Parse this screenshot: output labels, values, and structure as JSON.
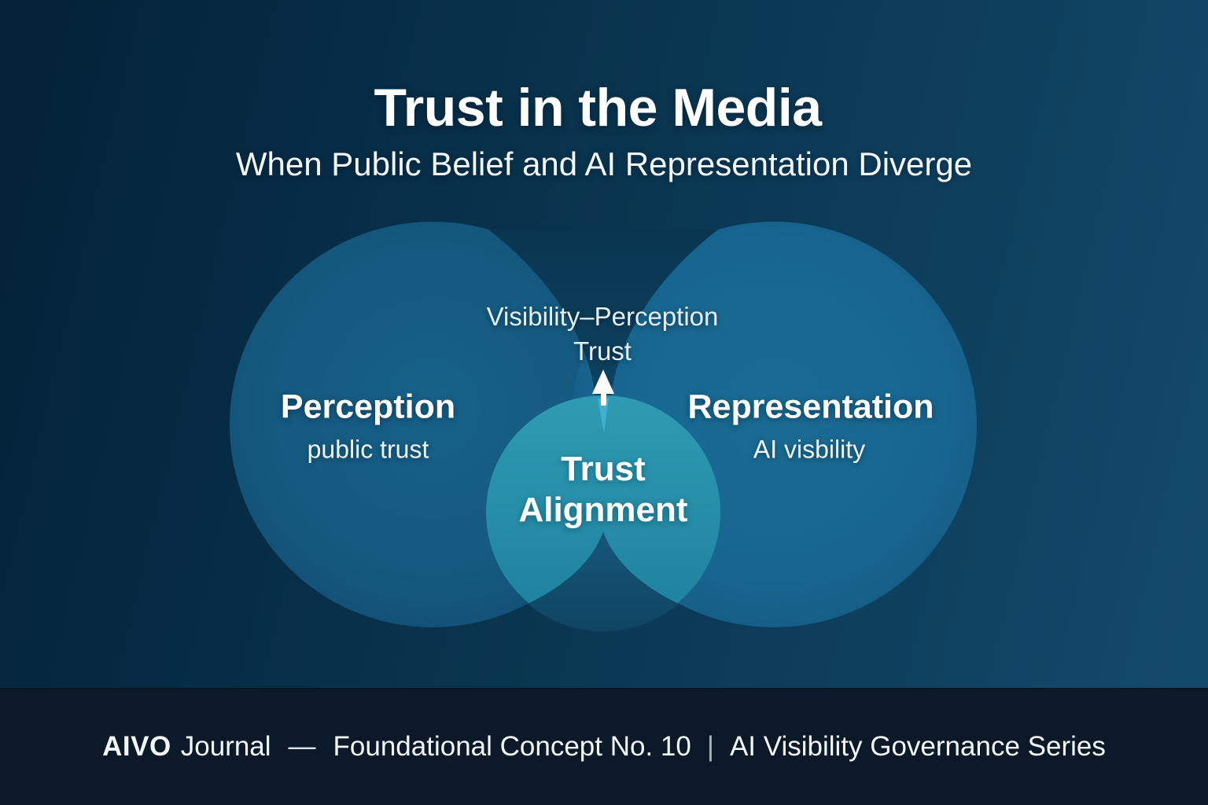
{
  "title": "Trust in the Media",
  "subtitle": "When Public Belief and AI Representation Diverge",
  "diagram": {
    "perception": {
      "label": "Perception",
      "sublabel": "public trust"
    },
    "representation": {
      "label": "Representation",
      "sublabel": "AI visbility"
    },
    "overlap": {
      "line1": "Trust",
      "line2": "Alignment"
    },
    "callout": {
      "line1": "Visibility–Perception",
      "line2": "Trust"
    }
  },
  "footer": {
    "brand_bold": "AIVO",
    "brand_light": "Journal",
    "dash": "—",
    "concept": "Foundational Concept No. 10",
    "pipe": "|",
    "series": "AI Visibility Governance Series"
  },
  "colors": {
    "background_dark": "#04233B",
    "background_light": "#13496A",
    "circle_left": "#15597F",
    "circle_right": "#186690",
    "overlap_teal": "#2796AE",
    "notch_blue": "#124E6B",
    "gap_wedge": "#0B3854",
    "footer_bg": "#0C1929",
    "pointer_cyan": "#41B0CD",
    "text": "#FFFFFF"
  }
}
